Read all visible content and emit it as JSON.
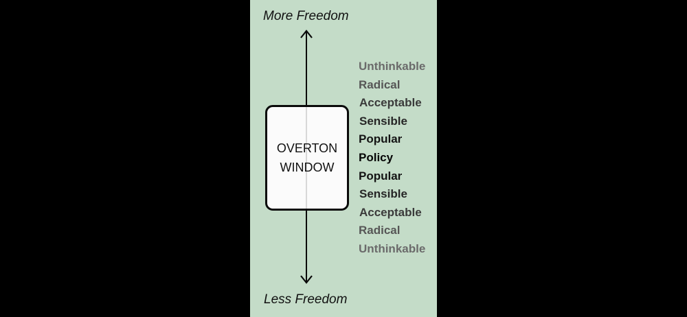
{
  "diagram": {
    "top_caption": "More Freedom",
    "bottom_caption": "Less Freedom",
    "window_label_line1": "OVERTON",
    "window_label_line2": "WINDOW",
    "spectrum": [
      {
        "label": "Unthinkable",
        "color": "#6b6b6b"
      },
      {
        "label": "Radical",
        "color": "#565656"
      },
      {
        "label": "Acceptable",
        "color": "#3a3a3a"
      },
      {
        "label": "Sensible",
        "color": "#262626"
      },
      {
        "label": "Popular",
        "color": "#141414"
      },
      {
        "label": "Policy",
        "color": "#050505"
      },
      {
        "label": "Popular",
        "color": "#141414"
      },
      {
        "label": "Sensible",
        "color": "#262626"
      },
      {
        "label": "Acceptable",
        "color": "#3a3a3a"
      },
      {
        "label": "Radical",
        "color": "#565656"
      },
      {
        "label": "Unthinkable",
        "color": "#6b6b6b"
      }
    ],
    "colors": {
      "background": "#000000",
      "panel": "#c4dcc8",
      "window_fill": "#fbfbfb",
      "ink": "#0a0a0a"
    }
  }
}
